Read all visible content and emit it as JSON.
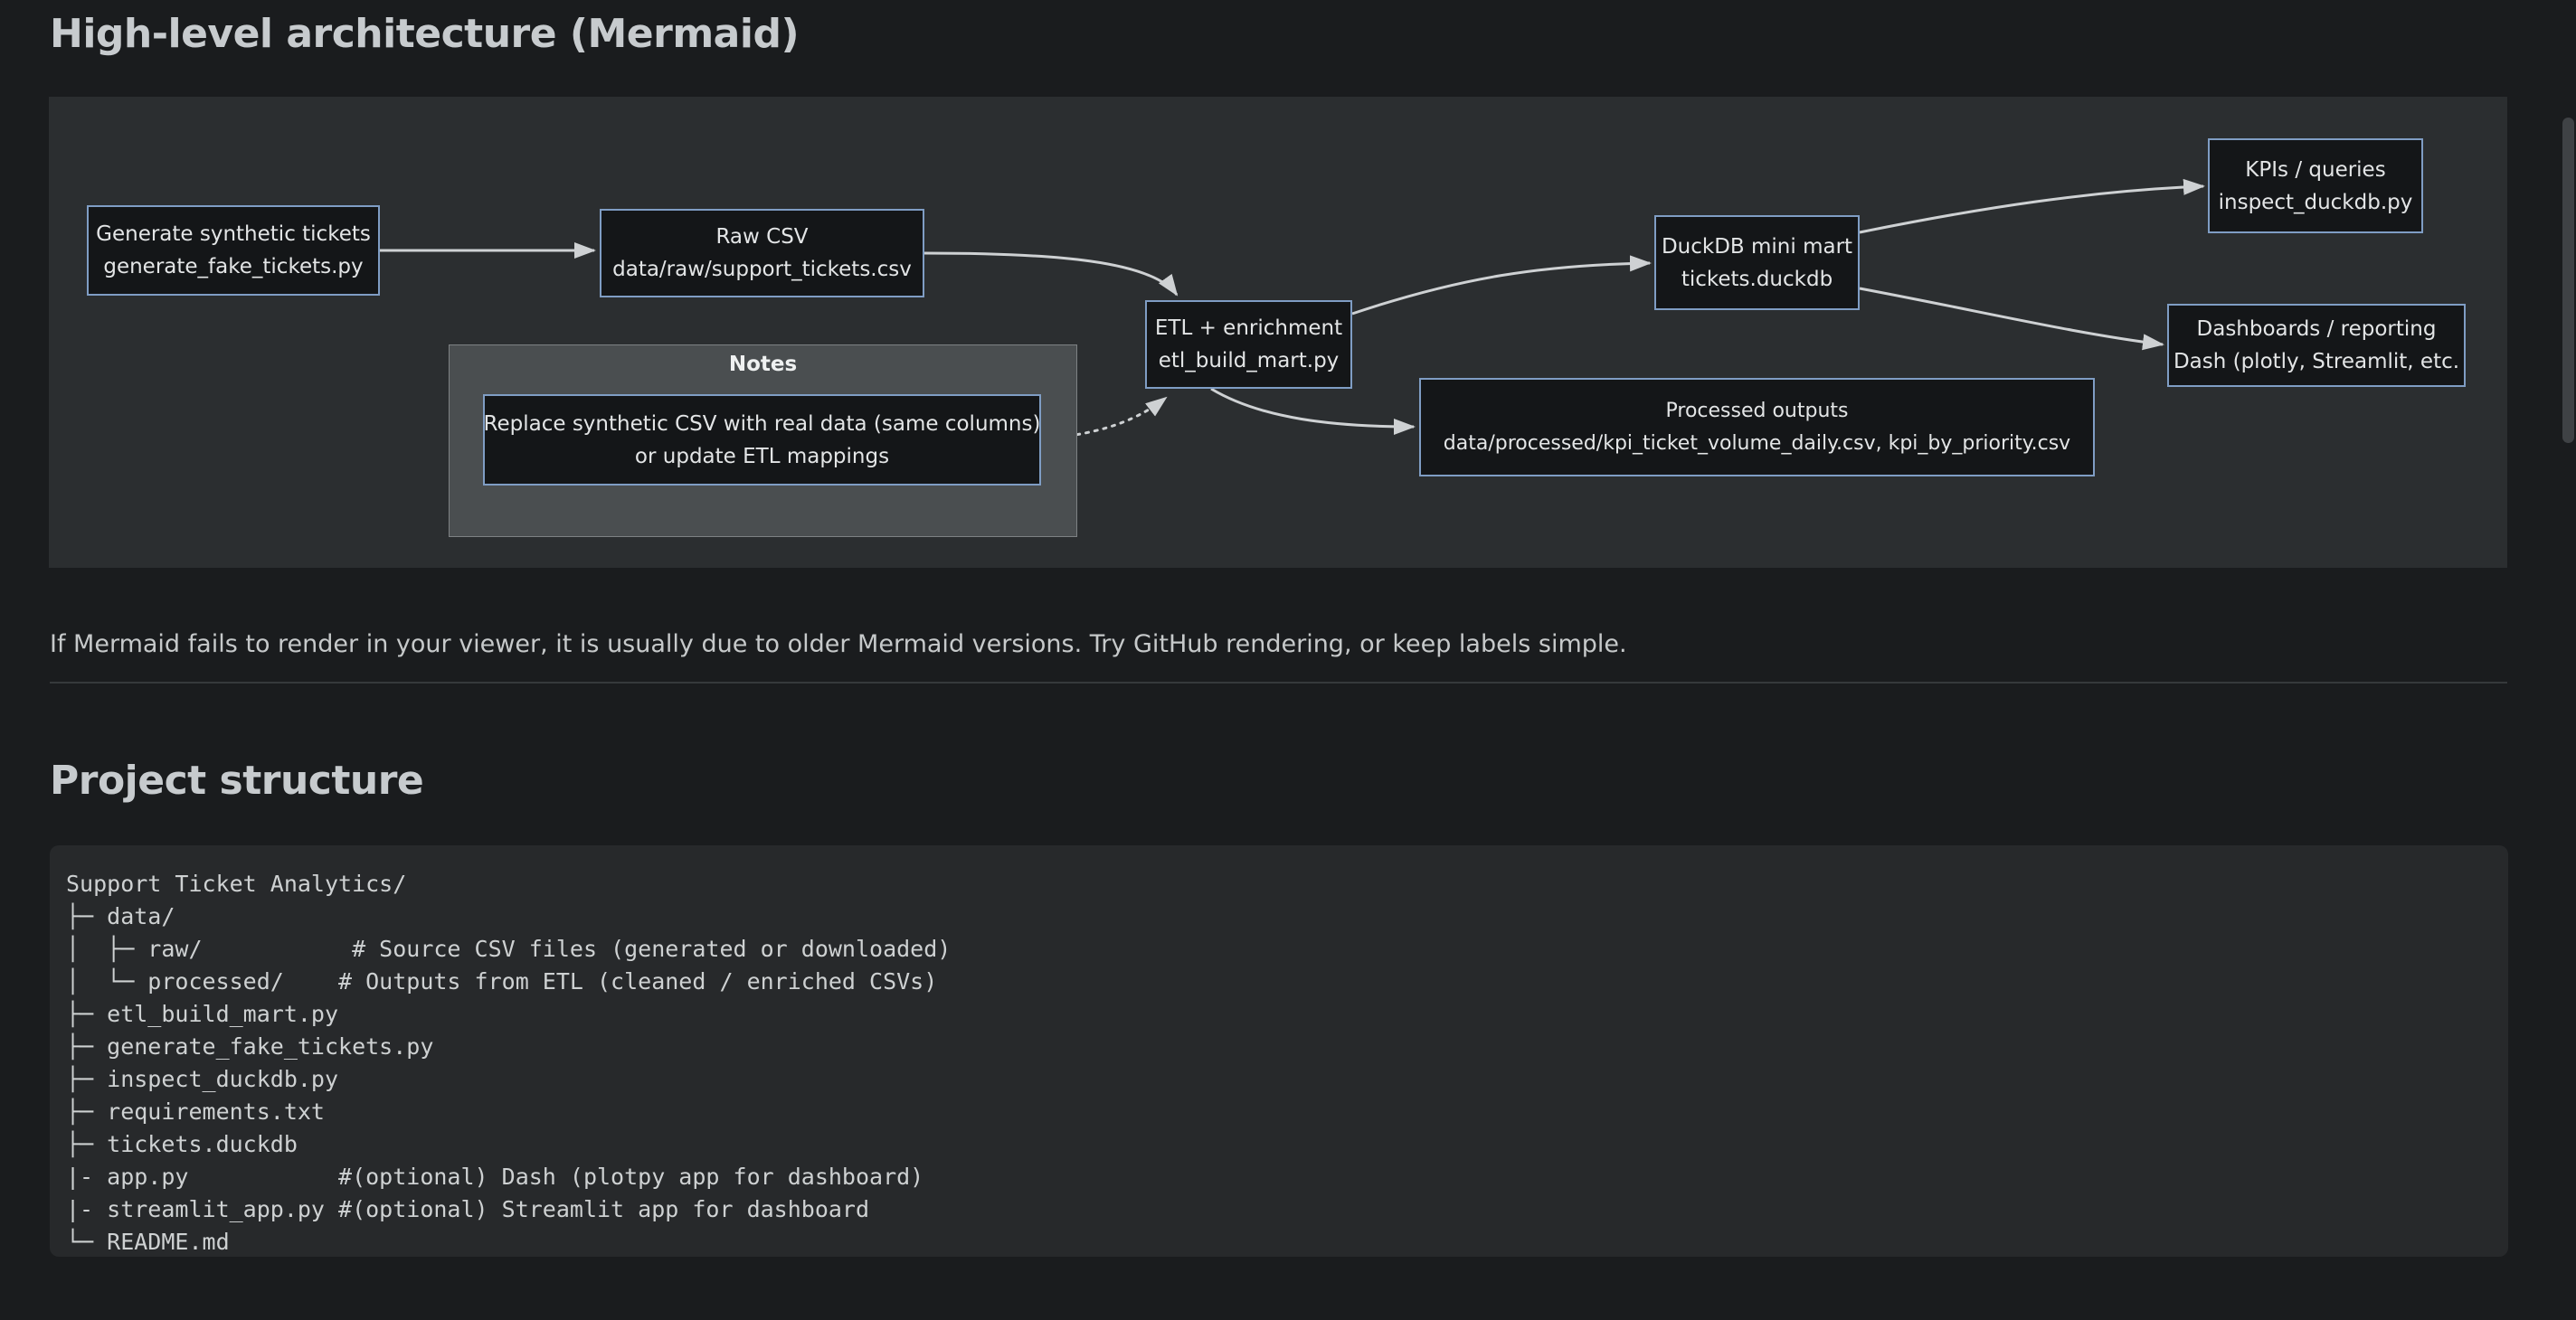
{
  "header": {
    "h1": "High-level architecture (Mermaid)"
  },
  "diagram": {
    "subgraph_label": "Notes",
    "nodes": {
      "generate": {
        "line1": "Generate synthetic tickets",
        "line2": "generate_fake_tickets.py"
      },
      "raw": {
        "line1": "Raw CSV",
        "line2": "data/raw/support_tickets.csv"
      },
      "etl": {
        "line1": "ETL + enrichment",
        "line2": "etl_build_mart.py"
      },
      "duckdb": {
        "line1": "DuckDB mini mart",
        "line2": "tickets.duckdb"
      },
      "kpis": {
        "line1": "KPIs / queries",
        "line2": "inspect_duckdb.py"
      },
      "dashboards": {
        "line1": "Dashboards / reporting",
        "line2": "Dash (plotly, Streamlit, etc."
      },
      "processed": {
        "line1": "Processed outputs",
        "line2": "data/processed/kpi_ticket_volume_daily.csv, kpi_by_priority.csv"
      },
      "note": {
        "line1": "Replace synthetic CSV with real data (same columns)",
        "line2": "or update ETL mappings"
      }
    },
    "colors": {
      "canvas": "#2b2e30",
      "node_fill": "#141618",
      "node_border": "#7f9dc4",
      "edge": "#ced1d3",
      "subgraph_fill": "#4a4e50"
    }
  },
  "note_paragraph": "If Mermaid fails to render in your viewer, it is usually due to older Mermaid versions. Try GitHub rendering, or keep labels simple.",
  "section2": {
    "h2": "Project structure"
  },
  "code_block": {
    "lines": [
      "Support Ticket Analytics/",
      "├─ data/",
      "│  ├─ raw/           # Source CSV files (generated or downloaded)",
      "│  └─ processed/    # Outputs from ETL (cleaned / enriched CSVs)",
      "├─ etl_build_mart.py",
      "├─ generate_fake_tickets.py",
      "├─ inspect_duckdb.py",
      "├─ requirements.txt",
      "├─ tickets.duckdb",
      "|- app.py           #(optional) Dash (plotpy app for dashboard)",
      "|- streamlit_app.py #(optional) Streamlit app for dashboard",
      "└─ README.md"
    ]
  }
}
